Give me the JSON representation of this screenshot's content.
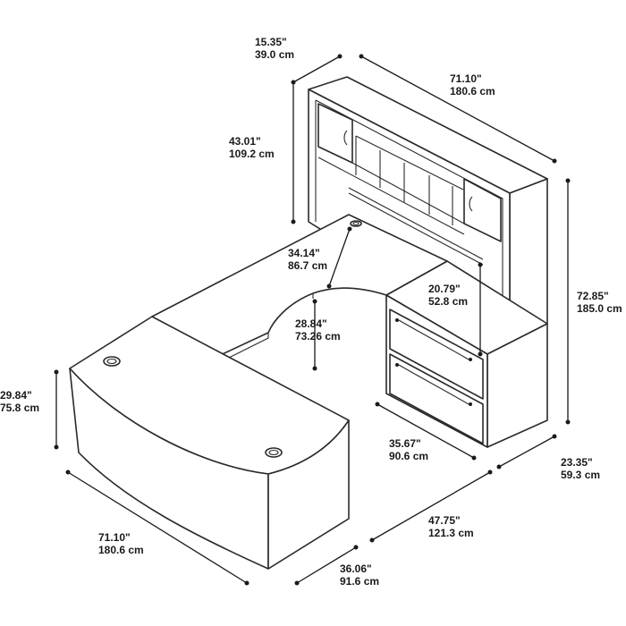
{
  "dimensions": [
    {
      "id": "hutch-depth",
      "imperial": "15.35\"",
      "metric": "39.0 cm"
    },
    {
      "id": "hutch-width",
      "imperial": "71.10\"",
      "metric": "180.6 cm"
    },
    {
      "id": "hutch-height",
      "imperial": "43.01\"",
      "metric": "109.2 cm"
    },
    {
      "id": "overall-height",
      "imperial": "72.85\"",
      "metric": "185.0 cm"
    },
    {
      "id": "bridge-length",
      "imperial": "34.14\"",
      "metric": "86.7 cm"
    },
    {
      "id": "file-height",
      "imperial": "20.79\"",
      "metric": "52.8 cm"
    },
    {
      "id": "bridge-depth",
      "imperial": "28.84\"",
      "metric": "73.26 cm"
    },
    {
      "id": "desk-height",
      "imperial": "29.84\"",
      "metric": "75.8 cm"
    },
    {
      "id": "file-width",
      "imperial": "35.67\"",
      "metric": "90.6 cm"
    },
    {
      "id": "file-depth",
      "imperial": "23.35\"",
      "metric": "59.3 cm"
    },
    {
      "id": "overall-depth",
      "imperial": "47.75\"",
      "metric": "121.3 cm"
    },
    {
      "id": "desk-width",
      "imperial": "71.10\"",
      "metric": "180.6 cm"
    },
    {
      "id": "desk-depth",
      "imperial": "36.06\"",
      "metric": "91.6 cm"
    }
  ]
}
